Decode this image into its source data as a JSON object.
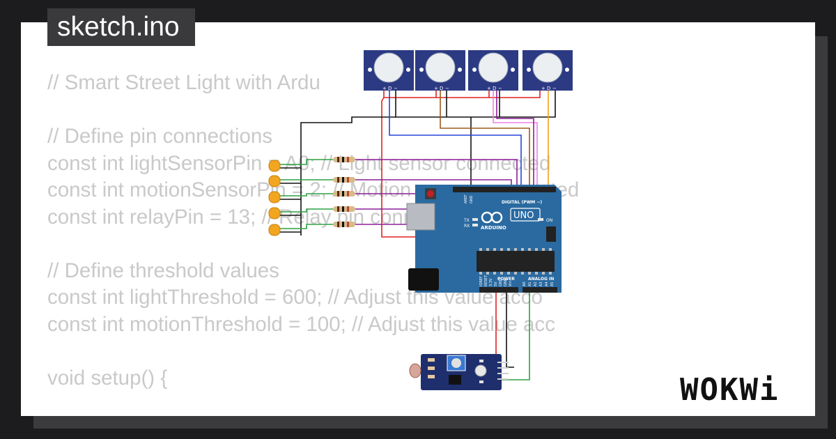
{
  "tab": {
    "title": "sketch.ino"
  },
  "code_lines": [
    "// Smart Street Light with Ardu",
    "",
    "// Define pin connections",
    "const int lightSensorPin = A0; // Light sensor connected",
    "const int motionSensorPin = 2; // Motion sensor connected",
    "const int relayPin = 13; // Relay pin connected to digita",
    "",
    "// Define threshold values",
    "const int lightThreshold = 600; // Adjust this value acco",
    "const int motionThreshold = 100; // Adjust this value acc",
    "",
    "void setup() {"
  ],
  "board": {
    "logo_text": "ARDUINO",
    "model": "UNO",
    "digital_label": "DIGITAL (PWM ~)",
    "analog_label": "ANALOG IN",
    "power_label": "POWER",
    "tx_label": "TX",
    "rx_label": "RX",
    "on_label": "ON",
    "aref_label": "AREF",
    "gnd_label": "GND",
    "analog_pins": [
      "A0",
      "A1",
      "A2",
      "A3",
      "A4",
      "A5"
    ],
    "power_pins": [
      "IOREF",
      "RESET",
      "3.3V",
      "5V",
      "GND",
      "GND",
      "Vin"
    ]
  },
  "pir_pin_labels": [
    "+",
    "D",
    "−"
  ],
  "brand": {
    "name": "WOKWi"
  },
  "colors": {
    "board_blue": "#2a6aa0",
    "pir_navy": "#2c3a84",
    "led_orange": "#f2a51f",
    "wire_red": "#e02020",
    "wire_black": "#111111",
    "wire_green": "#2ea043",
    "wire_purple": "#8a1e95",
    "wire_blue": "#2746d8",
    "wire_brown": "#9a5a1c",
    "wire_pink": "#ee7eea",
    "wire_orange": "#f0a020"
  }
}
